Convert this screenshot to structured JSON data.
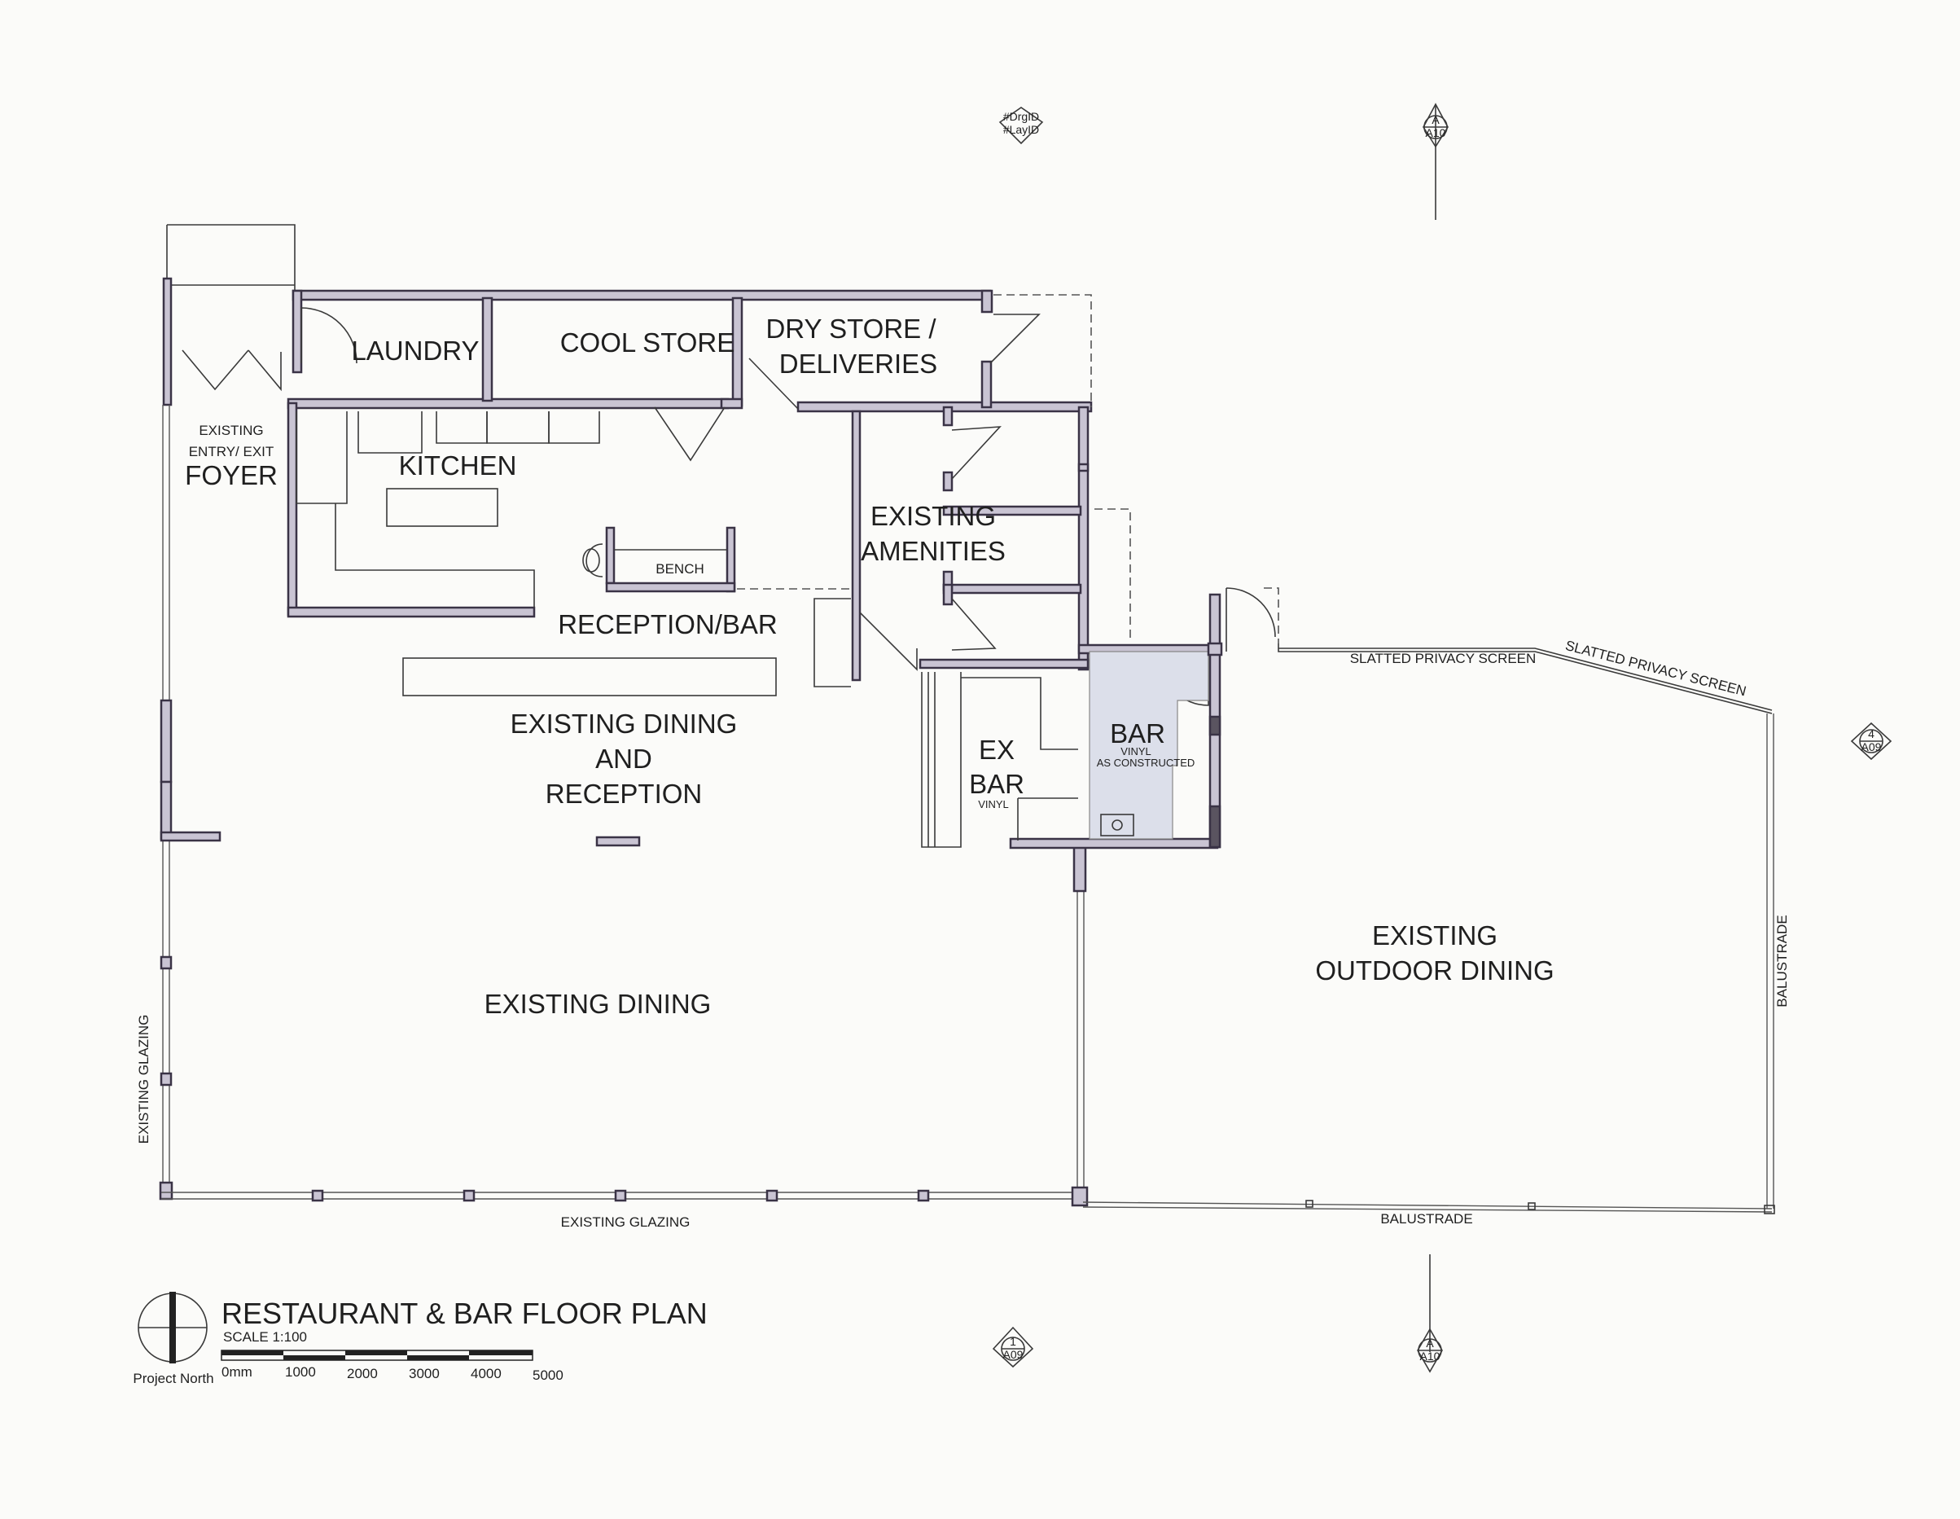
{
  "title": "RESTAURANT & BAR FLOOR PLAN",
  "scale": "SCALE 1:100",
  "north_label": "Project North",
  "scale_bar": [
    "0mm",
    "1000",
    "2000",
    "3000",
    "4000",
    "5000"
  ],
  "rooms": {
    "laundry": "LAUNDRY",
    "cool_store": "COOL STORE",
    "dry_store_1": "DRY STORE /",
    "dry_store_2": "DELIVERIES",
    "foyer_1": "EXISTING",
    "foyer_2": "ENTRY/ EXIT",
    "foyer_3": "FOYER",
    "kitchen": "KITCHEN",
    "bench": "BENCH",
    "amenities_1": "EXISTING",
    "amenities_2": "AMENITIES",
    "reception_bar": "RECEPTION/BAR",
    "dining_reception_1": "EXISTING DINING",
    "dining_reception_2": "AND",
    "dining_reception_3": "RECEPTION",
    "ex_bar_1": "EX",
    "ex_bar_2": "BAR",
    "ex_bar_3": "VINYL",
    "bar_1": "BAR",
    "bar_2": "VINYL",
    "bar_3": "AS CONSTRUCTED",
    "dining": "EXISTING DINING",
    "outdoor_1": "EXISTING",
    "outdoor_2": "OUTDOOR  DINING"
  },
  "notes": {
    "glazing_left": "EXISTING  GLAZING",
    "glazing_bottom": "EXISTING  GLAZING",
    "balustrade_right": "BALUSTRADE",
    "balustrade_bottom": "BALUSTRADE",
    "screen_1": "SLATTED PRIVACY SCREEN",
    "screen_2": "SLATTED PRIVACY SCREEN"
  },
  "markers": {
    "top_placeholder_1": "#DrgID",
    "top_placeholder_2": "#LayID",
    "section_top_a": "A",
    "section_top_sheet": "A10",
    "section_bottom_a": "A",
    "section_bottom_sheet": "A10",
    "elev_right_num": "4",
    "elev_right_sheet": "A09",
    "elev_bottom_num": "1",
    "elev_bottom_sheet": "A09"
  },
  "colors": {
    "wall_fill": "#c9c4d3",
    "bar_vinyl_fill": "#dcdfea",
    "paper": "#fbfbf9"
  }
}
